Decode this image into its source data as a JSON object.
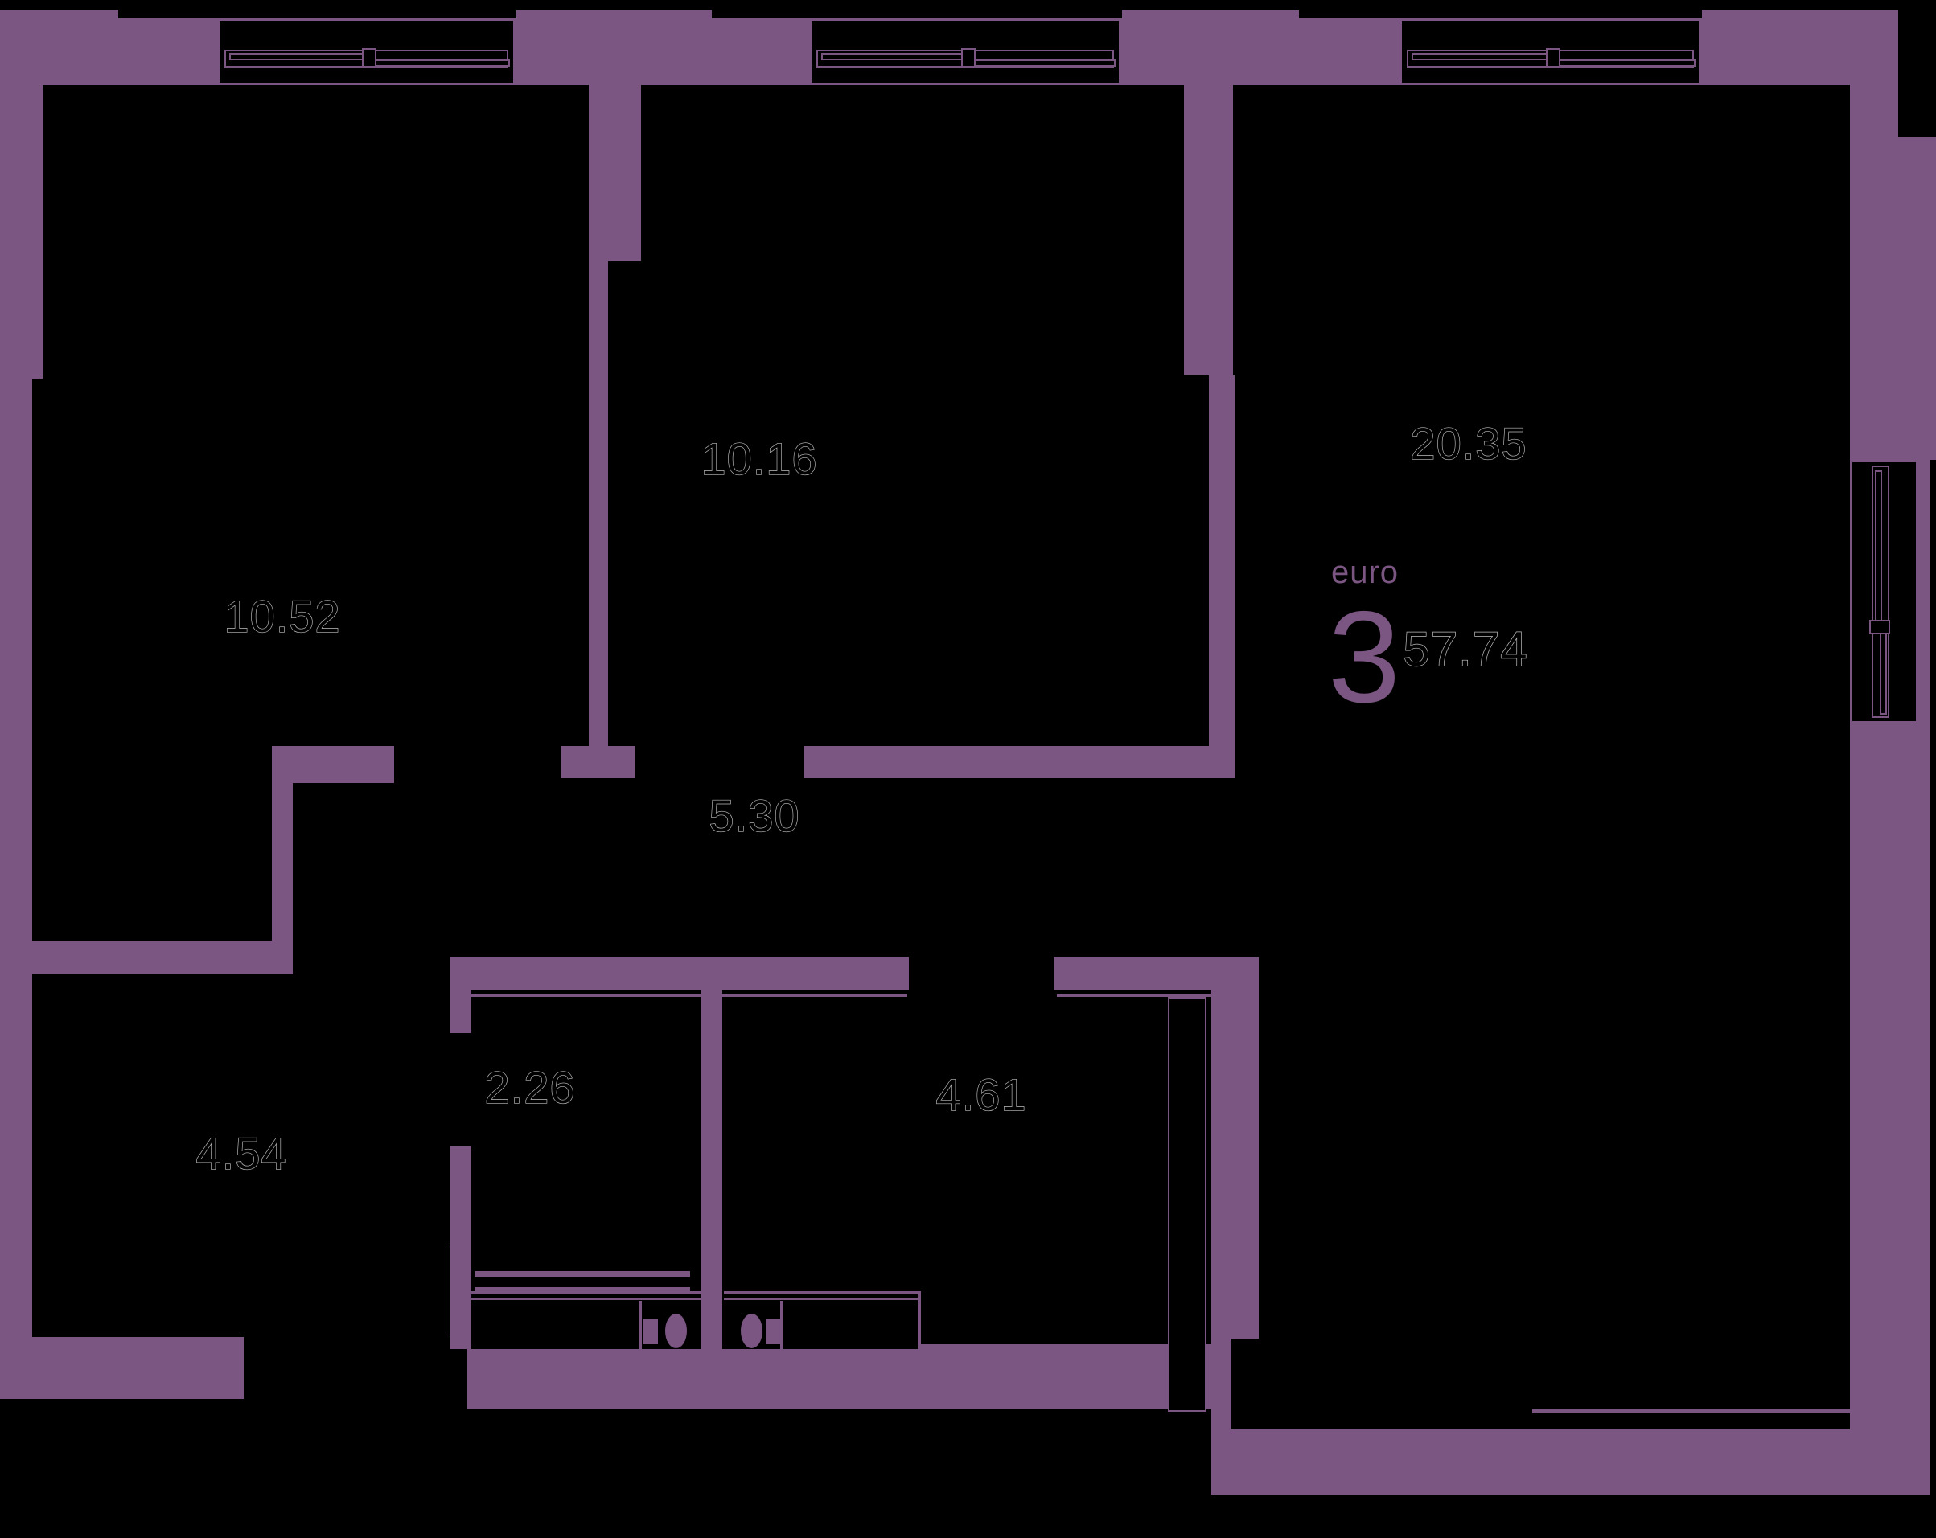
{
  "plan": {
    "unit": {
      "type_label": "euro",
      "rooms_count": "3",
      "total_area": "57.74"
    },
    "rooms": [
      {
        "id": "bedroom-left",
        "area": "10.52"
      },
      {
        "id": "bedroom-middle",
        "area": "10.16"
      },
      {
        "id": "living-kitchen",
        "area": "20.35"
      },
      {
        "id": "corridor",
        "area": "5.30"
      },
      {
        "id": "bathroom-small",
        "area": "2.26"
      },
      {
        "id": "bathroom-large",
        "area": "4.61"
      },
      {
        "id": "hall",
        "area": "4.54"
      }
    ],
    "colors": {
      "wall": "#7B5682",
      "background": "#000000",
      "label_outline": "#BDBDBD",
      "label_fill": "#000000"
    }
  }
}
